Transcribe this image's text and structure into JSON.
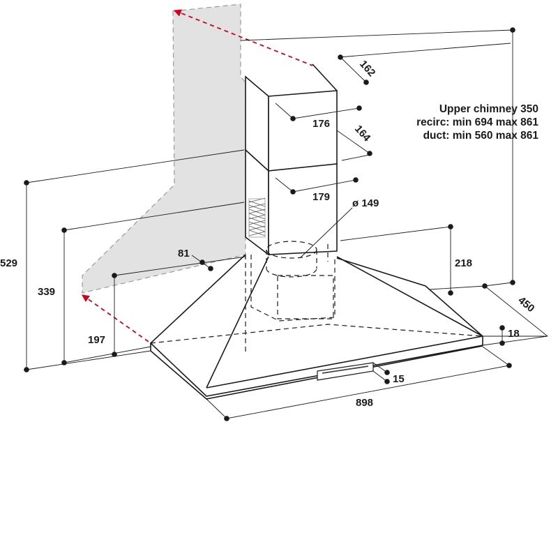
{
  "notes": {
    "upper_chimney": "Upper chimney 350",
    "recirc": "recirc: min 694 max 861",
    "duct": "duct: min 560 max 861"
  },
  "dimensions": {
    "upper_depth": "162",
    "upper_width": "176",
    "lower_depth": "164",
    "lower_width": "179",
    "duct_diameter": "ø 149",
    "wall_offset": "81",
    "total_height": "529",
    "hood_height": "339",
    "mount_height": "197",
    "rear_height": "218",
    "hood_depth": "450",
    "edge_height": "18",
    "panel_height": "15",
    "hood_width": "898"
  },
  "colors": {
    "line": "#1a1a1a",
    "wall": "#e2e2e2",
    "arrow": "#d0021b"
  }
}
